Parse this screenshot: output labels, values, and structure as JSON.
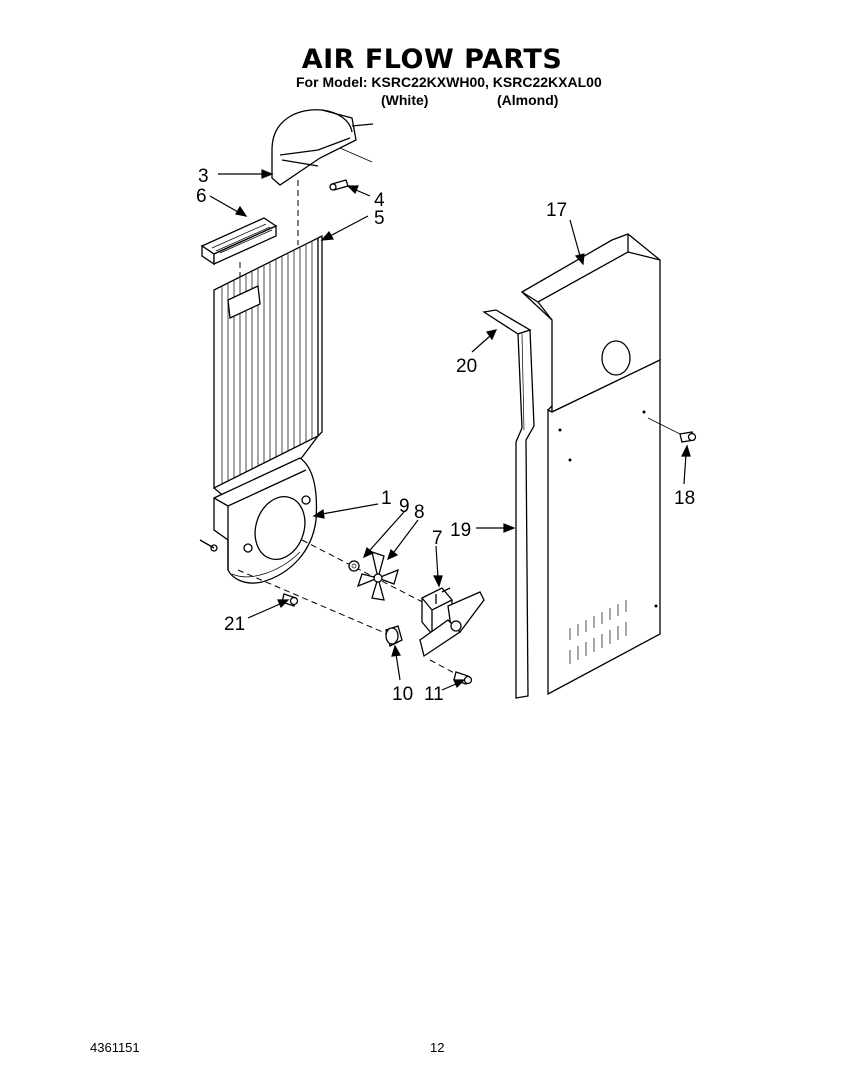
{
  "header": {
    "title": "AIR FLOW PARTS",
    "model_line": "For Model: KSRC22KXWH00, KSRC22KXAL00",
    "variant_white": "(White)",
    "variant_almond": "(Almond)"
  },
  "callouts": {
    "c1": "1",
    "c3": "3",
    "c4": "4",
    "c5": "5",
    "c6": "6",
    "c7": "7",
    "c8": "8",
    "c9": "9",
    "c10": "10",
    "c11": "11",
    "c17": "17",
    "c18": "18",
    "c19": "19",
    "c20": "20",
    "c21": "21"
  },
  "footer": {
    "doc_number": "4361151",
    "page_number": "12"
  }
}
